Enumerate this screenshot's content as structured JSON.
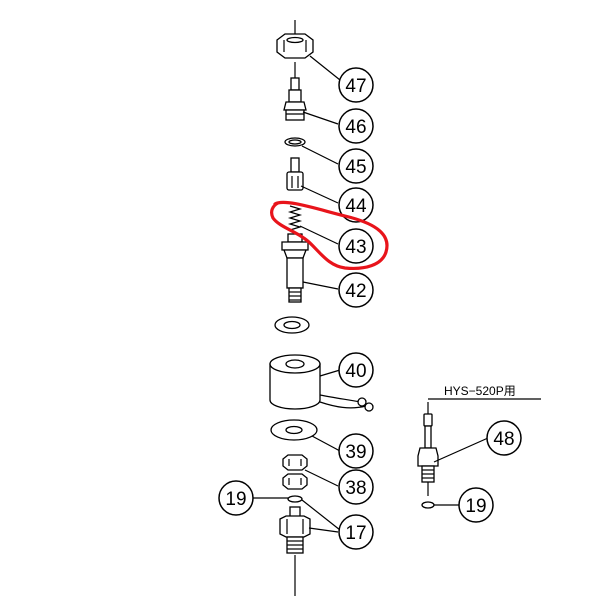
{
  "callouts": {
    "p47": "47",
    "p46": "46",
    "p45": "45",
    "p44": "44",
    "p43": "43",
    "p42": "42",
    "p40": "40",
    "p39": "39",
    "p38": "38",
    "p19a": "19",
    "p17": "17",
    "p48": "48",
    "p19b": "19"
  },
  "caption": "HYS−520P用",
  "colors": {
    "line": "#000000",
    "highlight": "#e8141b",
    "background": "#ffffff"
  }
}
